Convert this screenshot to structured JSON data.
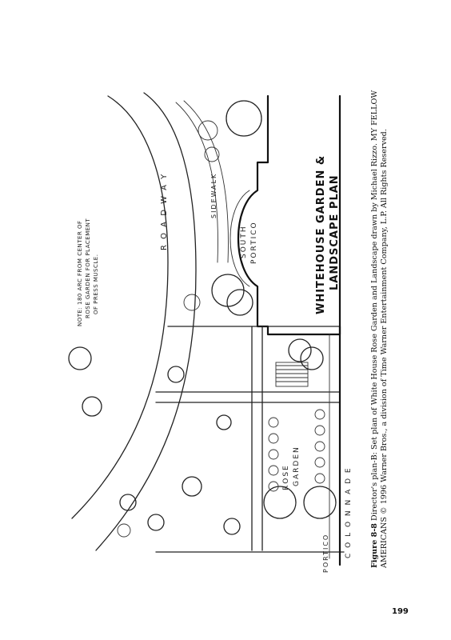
{
  "drawing": {
    "roadway": "R O A D W A Y",
    "sidewalk": "SIDEWALK",
    "south_portico_line1": "SOUTH",
    "south_portico_line2": "PORTICO",
    "colonnade": "C O L O N N A D E",
    "portico": "PORTICO",
    "rose_garden_line1": "ROSE",
    "rose_garden_line2": "GARDEN",
    "note_line1": "NOTE: 180 ARC FROM CENTER OF",
    "note_line2": "ROSE GARDEN FOR PLACEMENT",
    "note_line3": "OF PRESS MUSCLE.",
    "title_line1": "WHITEHOUSE GARDEN &",
    "title_line2": "LANDSCAPE PLAN"
  },
  "caption": {
    "figure_label": "Figure 8-8",
    "text_line1": "Director's plan-B: Set plan of White House Rose Garden and Landscape drawn by Michael Rizzo. MY FELLOW",
    "text_line2": "AMERICANS © 1996 Warner Bros., a division of Time Warner Entertainment Company, L.P. All Rights Reserved."
  },
  "page_number": "199"
}
